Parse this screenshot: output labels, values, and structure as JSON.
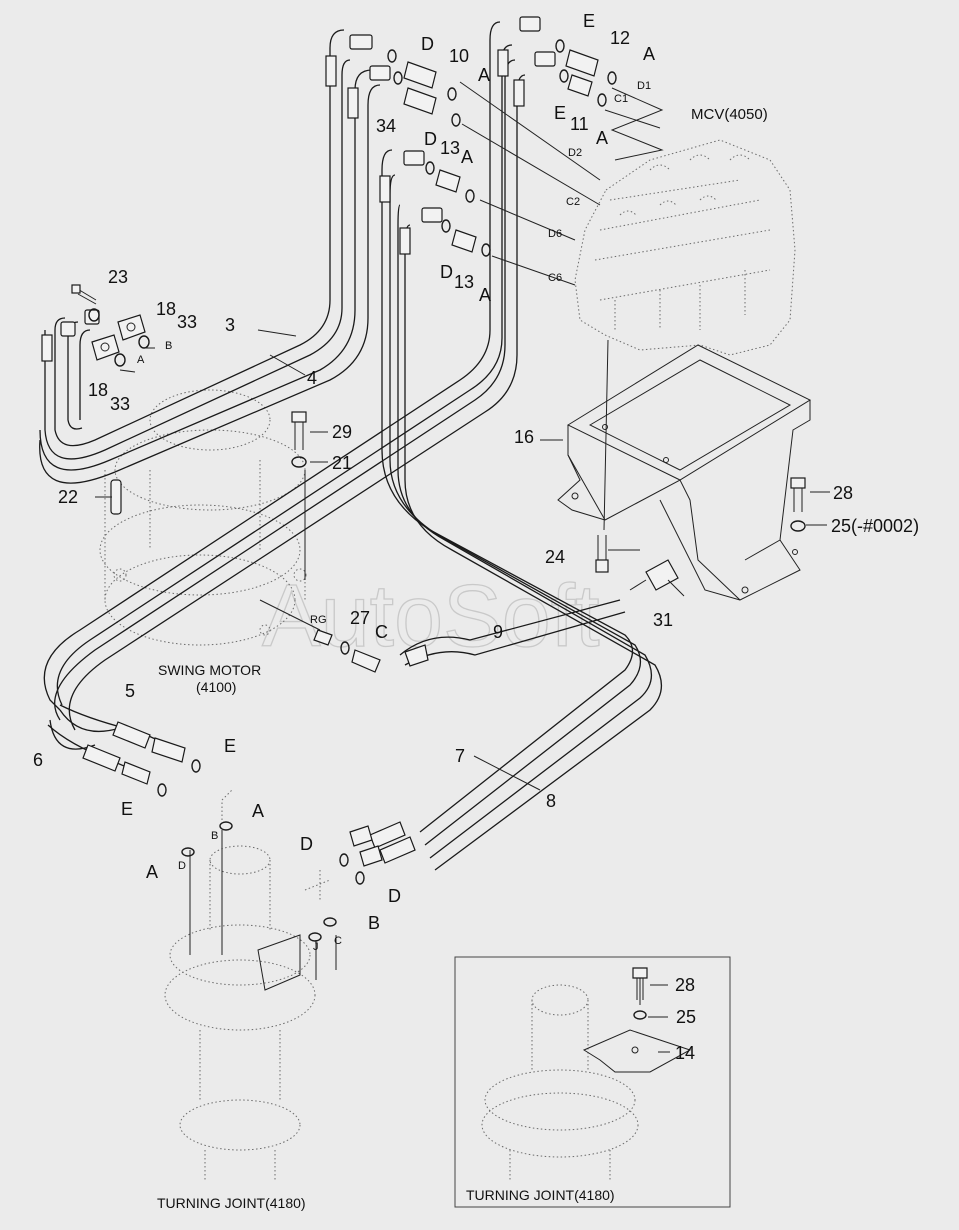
{
  "watermark": "AutoSoft",
  "captions": {
    "mcv": "MCV(4050)",
    "swing_motor_line1": "SWING MOTOR",
    "swing_motor_line2": "(4100)",
    "turning_joint_main": "TURNING JOINT(4180)",
    "turning_joint_inset": "TURNING JOINT(4180)"
  },
  "part_numbers": {
    "p3": "3",
    "p4": "4",
    "p5": "5",
    "p6": "6",
    "p7": "7",
    "p8": "8",
    "p9": "9",
    "p10": "10",
    "p11": "11",
    "p12": "12",
    "p13a": "13",
    "p13b": "13",
    "p14": "14",
    "p16": "16",
    "p18a": "18",
    "p18b": "18",
    "p21": "21",
    "p22": "22",
    "p23": "23",
    "p24": "24",
    "p25": "25(-#0002)",
    "p25i": "25",
    "p27": "27",
    "p28": "28",
    "p28i": "28",
    "p29": "29",
    "p31": "31",
    "p33a": "33",
    "p33b": "33",
    "p34": "34"
  },
  "port_letters": {
    "a1": "A",
    "a2": "A",
    "a3": "A",
    "a4": "A",
    "a5": "A",
    "a6": "A",
    "a7": "A",
    "b1": "B",
    "c1": "C",
    "d1": "D",
    "d2": "D",
    "d3": "D",
    "d4": "D",
    "d5": "D",
    "e1": "E",
    "e2": "E",
    "e3": "E",
    "e4": "E"
  },
  "port_codes": {
    "d1": "D1",
    "c1": "C1",
    "d2": "D2",
    "c2": "C2",
    "d6": "D6",
    "c6": "C6",
    "rg": "RG",
    "a": "A",
    "b": "B",
    "tj_b": "B",
    "tj_d": "D",
    "tj_j": "J",
    "tj_c": "C"
  }
}
